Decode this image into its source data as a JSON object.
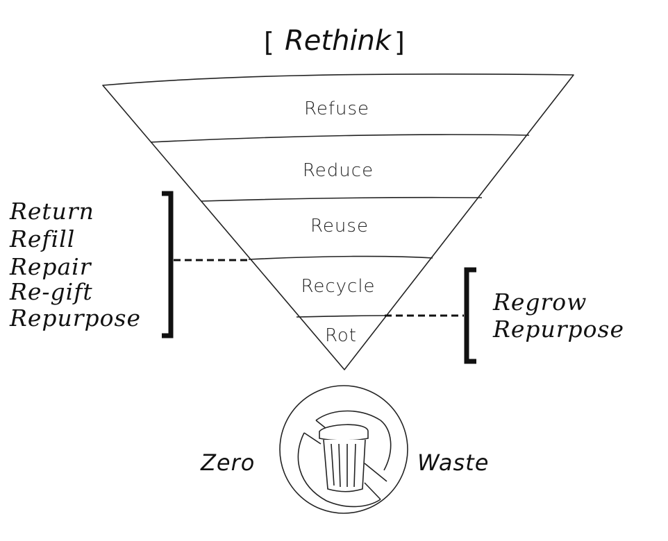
{
  "title": "Rethink",
  "title_brackets": [
    "[",
    "]"
  ],
  "tiers": [
    {
      "label": "Refuse"
    },
    {
      "label": "Reduce"
    },
    {
      "label": "Reuse"
    },
    {
      "label": "Recycle"
    },
    {
      "label": "Rot"
    }
  ],
  "left_group": {
    "connects_to": "Reuse",
    "items": [
      "Return",
      "Refill",
      "Repair",
      "Re-gift",
      "Repurpose"
    ]
  },
  "right_group": {
    "connects_to": "Rot",
    "items": [
      "Regrow",
      "Repurpose"
    ]
  },
  "footer": {
    "left_word": "Zero",
    "right_word": "Waste",
    "icon": "no-trash-can-icon"
  },
  "colors": {
    "ink": "#111111",
    "line": "#333333",
    "background": "#ffffff"
  }
}
